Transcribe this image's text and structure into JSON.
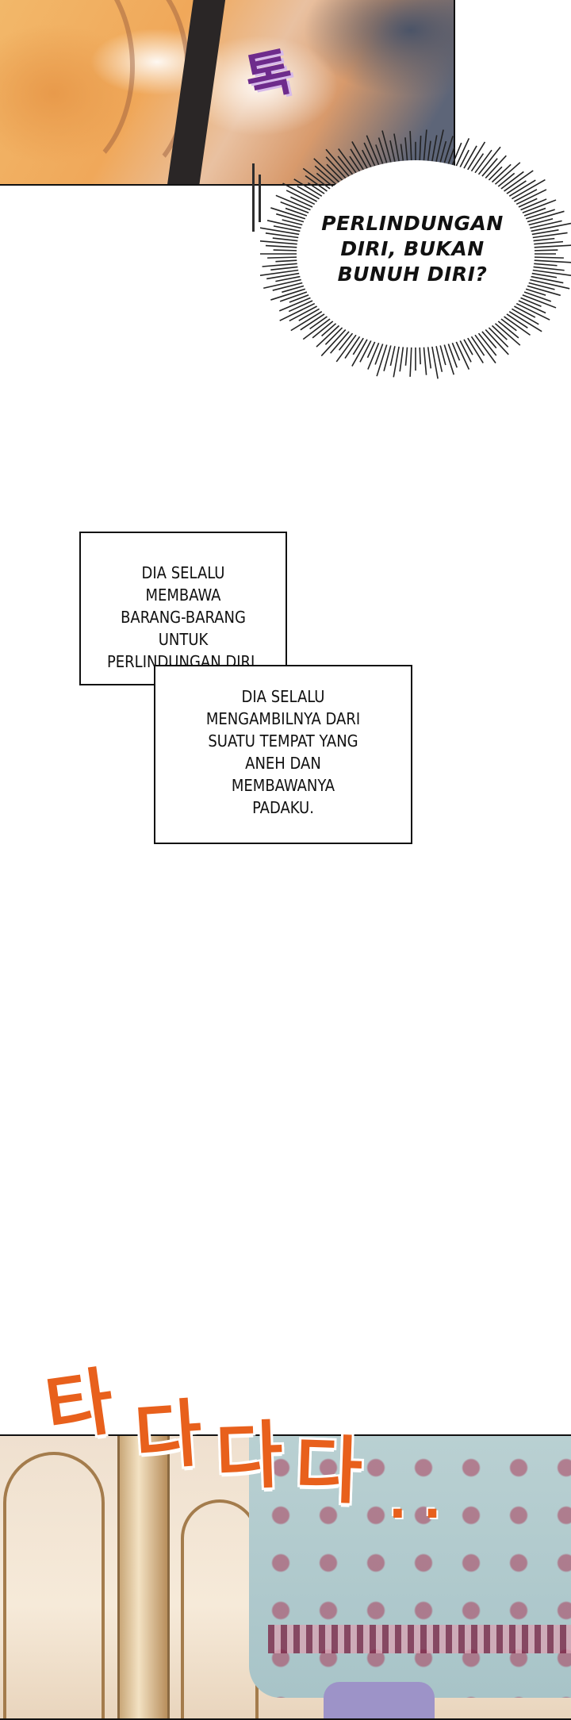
{
  "panel_top": {
    "sfx": "톡"
  },
  "shout_bubble": {
    "lines": [
      "PERLINDUNGAN",
      "DIRI, BUKAN",
      "BUNUH DIRI?"
    ]
  },
  "caption_1": {
    "lines": [
      "DIA SELALU",
      "MEMBAWA",
      "BARANG-BARANG",
      "UNTUK",
      "PERLINDUNGAN DIRI."
    ]
  },
  "caption_2": {
    "lines": [
      "DIA SELALU",
      "MENGAMBILNYA DARI",
      "SUATU TEMPAT YANG",
      "ANEH DAN",
      "MEMBAWANYA",
      "PADAKU."
    ]
  },
  "sfx_running": {
    "chars": [
      "타",
      "다",
      "다",
      "다"
    ],
    "trail": ". ."
  },
  "colors": {
    "sfx_orange": "#e8601c",
    "sfx_purple": "#6e2b8c",
    "border": "#111111"
  }
}
